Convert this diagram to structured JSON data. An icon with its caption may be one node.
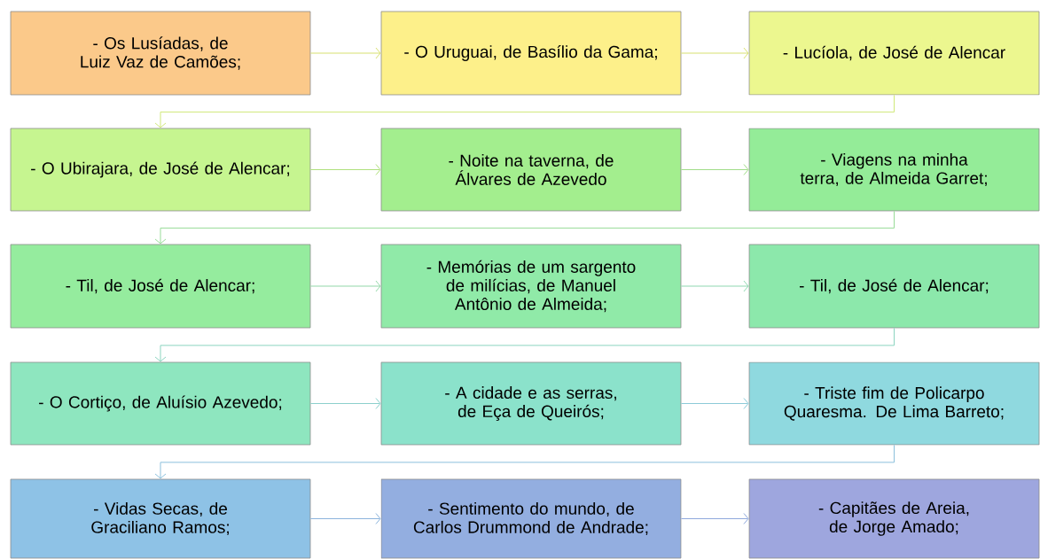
{
  "diagram": {
    "nodes": [
      {
        "text": [
          "- Os Lusíadas, de Luiz Vaz de Camões;"
        ]
      },
      {
        "text": [
          "- O Uruguai, de Basílio da Gama;"
        ]
      },
      {
        "text": [
          "- Lucíola, de José de Alencar"
        ]
      },
      {
        "text": [
          "- O Ubirajara, de José de Alencar;"
        ]
      },
      {
        "text": [
          "- Noite na taverna, de Álvares de Azevedo"
        ]
      },
      {
        "text": [
          "- Viagens na minha terra, de Almeida Garret;"
        ]
      },
      {
        "text": [
          "- Til, de José de Alencar;"
        ]
      },
      {
        "text": [
          "- Memórias de um sargento de milícias, de Manuel Antônio de Almeida;"
        ]
      },
      {
        "text": [
          "- Til, de José de Alencar;"
        ]
      },
      {
        "text": [
          "- O Cortiço, de Aluísio Azevedo;"
        ]
      },
      {
        "text": [
          "- A cidade e as serras, de Eça de Queirós;"
        ]
      },
      {
        "text": [
          "- Triste fim de Policarpo Quaresma. De Lima Barreto;"
        ]
      },
      {
        "text": [
          "- Vidas Secas, de Graciliano Ramos;"
        ]
      },
      {
        "text": [
          "- Sentimento do mundo, de Carlos Drummond de Andrade;"
        ]
      },
      {
        "text": [
          "- Capitães de Areia, de Jorge Amado;"
        ]
      }
    ],
    "edges": [
      {
        "from": 0,
        "to": 1,
        "arrow": "to",
        "color": "#d8e070"
      },
      {
        "from": 1,
        "to": 2,
        "arrow": "to",
        "color": "#d8e070"
      },
      {
        "from": 2,
        "to": 3,
        "arrow": "to",
        "color": "#d0e878"
      },
      {
        "from": 3,
        "to": 4,
        "arrow": "to",
        "color": "#b0e07c"
      },
      {
        "from": 4,
        "to": 5,
        "arrow": "to",
        "color": "#a0dc88"
      },
      {
        "from": 5,
        "to": 6,
        "arrow": "to",
        "color": "#98dc98"
      },
      {
        "from": 6,
        "to": 7,
        "arrow": "to",
        "color": "#94d8a8"
      },
      {
        "from": 7,
        "to": 8,
        "arrow": "to",
        "color": "#90d8b0"
      },
      {
        "from": 8,
        "to": 9,
        "arrow": "to",
        "color": "#8cd4c0"
      },
      {
        "from": 9,
        "to": 10,
        "arrow": "to",
        "color": "#8cd0cc"
      },
      {
        "from": 10,
        "to": 11,
        "arrow": "to",
        "color": "#8ccad8"
      },
      {
        "from": 11,
        "to": 12,
        "arrow": "to",
        "color": "#8cc0dc"
      },
      {
        "from": 12,
        "to": 13,
        "arrow": "to",
        "color": "#8cb4dc"
      },
      {
        "from": 13,
        "to": 14,
        "arrow": "to",
        "color": "#90a8dc"
      }
    ]
  }
}
